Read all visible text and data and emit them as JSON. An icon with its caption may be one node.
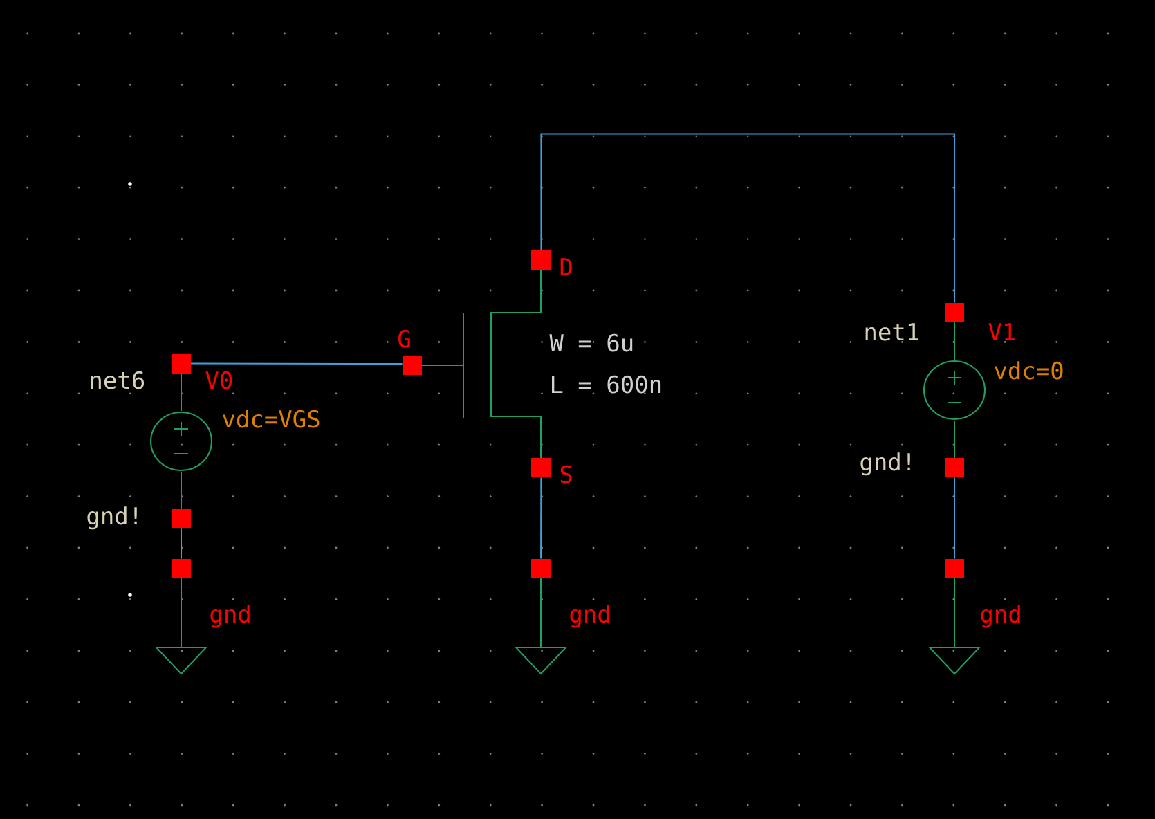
{
  "diagram": {
    "nodes": [
      {
        "text": [],
        "shape": "circle",
        "beside": [
          "V0",
          "vdc=VGS"
        ]
      },
      {
        "text": [],
        "shape": "transistor",
        "beside": [
          "W = 6u",
          "L = 600n"
        ]
      },
      {
        "text": [],
        "shape": "circle",
        "beside": [
          "V1",
          "vdc=0"
        ]
      },
      {
        "text": [],
        "shape": "ground",
        "beside": [
          "gnd"
        ]
      },
      {
        "text": [],
        "shape": "ground",
        "beside": [
          "gnd"
        ]
      },
      {
        "text": [],
        "shape": "ground",
        "beside": [
          "gnd"
        ]
      }
    ],
    "edges": [
      {
        "from": 0,
        "to": 1,
        "arrow": "none"
      },
      {
        "from": 0,
        "to": 3,
        "arrow": "none"
      },
      {
        "from": 1,
        "to": 2,
        "arrow": "none"
      },
      {
        "from": 1,
        "to": 4,
        "arrow": "none"
      },
      {
        "from": 2,
        "to": 5,
        "arrow": "none"
      }
    ],
    "labels": [
      "G",
      "D",
      "S",
      "net6",
      "gnd!",
      "net1",
      "gnd!"
    ]
  }
}
